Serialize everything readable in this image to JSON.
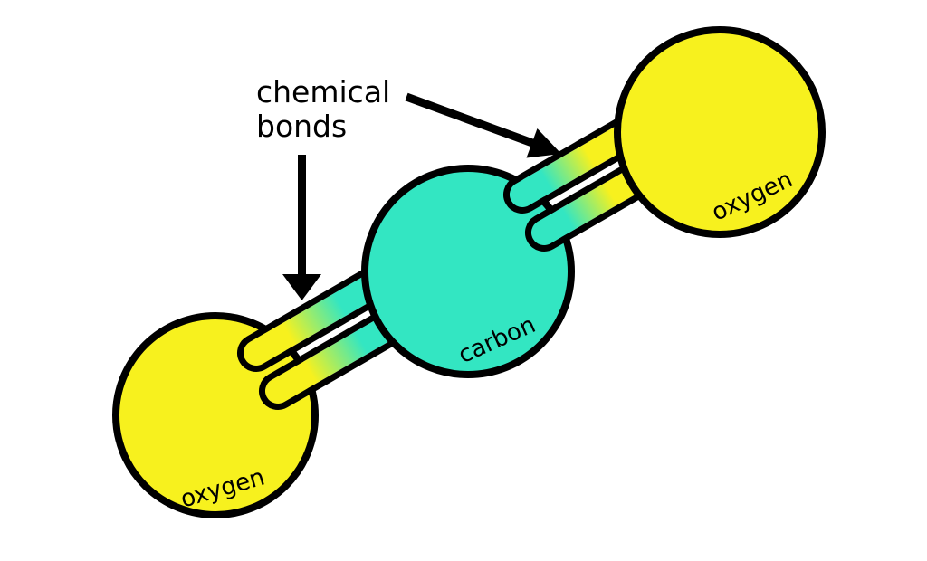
{
  "annotation": {
    "line1": "chemical",
    "line2": "bonds"
  },
  "atoms": [
    {
      "id": "oxygen-left",
      "label": "oxygen",
      "fill": "#F7F11E"
    },
    {
      "id": "carbon",
      "label": "carbon",
      "fill": "#33E6C2"
    },
    {
      "id": "oxygen-right",
      "label": "oxygen",
      "fill": "#F7F11E"
    }
  ],
  "bonds": {
    "type": "double",
    "links": [
      {
        "from": "oxygen-left",
        "to": "carbon"
      },
      {
        "from": "carbon",
        "to": "oxygen-right"
      }
    ],
    "oxygen_side_color": "#F7F11E",
    "carbon_side_color": "#33E6C2"
  },
  "colors": {
    "outline": "#000000",
    "background": "#FFFFFF"
  }
}
